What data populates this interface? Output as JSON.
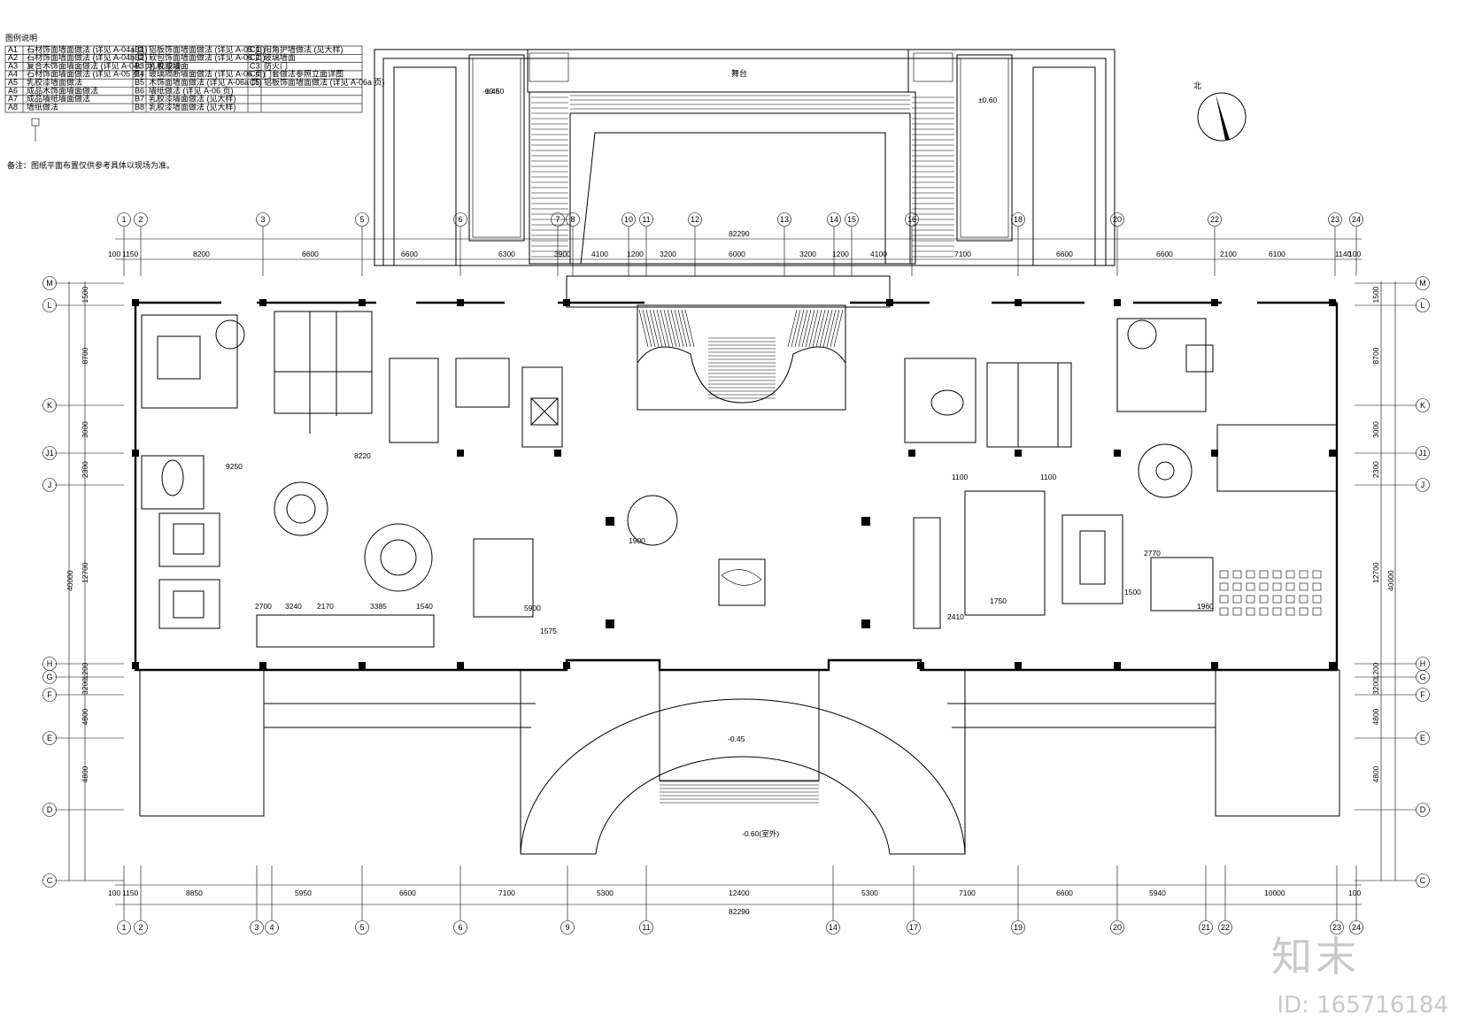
{
  "drawing": {
    "north_label": "北",
    "stage_label": "舞台",
    "note_text": "备注：图纸平面布置仅供参考具体以现场为准。",
    "legend_title": "图例说明",
    "legend_rows": [
      [
        "A1",
        "石材饰面墙面做法 (详见 A-04a 页)",
        "B1",
        "铝板饰面墙面做法 (详见 A-05 页)",
        "C1",
        "阳角护墙做法 (见大样)"
      ],
      [
        "A2",
        "石材饰面墙面做法 (详见 A-04b 页)",
        "B2",
        "软包饰面墙面做法 (详见 A-06 页)",
        "C2",
        "玻璃墙面"
      ],
      [
        "A3",
        "复合木饰面墙面做法 (详见 A-04c 页) 乳胶漆",
        "B3",
        "乳胶漆墙面",
        "C3",
        "防火门"
      ],
      [
        "A4",
        "石材饰面墙面做法 (详见 A-05 页)",
        "B4",
        "玻璃隔断墙面做法 (详见 A-06 页)",
        "C4",
        "门套做法参照立面详图"
      ],
      [
        "A5",
        "乳胶漆墙面做法",
        "B5",
        "木饰面墙面做法 (详见 A-06a 页)",
        "C5",
        "铝板饰面墙面做法 (详见 A-06a 页)"
      ],
      [
        "A6",
        "成品木饰面墙面做法",
        "B6",
        "墙纸做法 (详见 A-06 页)",
        "",
        ""
      ],
      [
        "A7",
        "成品墙纸墙面做法",
        "B7",
        "乳胶漆墙面做法 (见大样)",
        "",
        ""
      ],
      [
        "A8",
        "墙纸做法",
        "B8",
        "乳胶漆墙面做法 (见大样)",
        "",
        ""
      ]
    ],
    "top_total": "82290",
    "bottom_total": "82290",
    "top_axis_labels": [
      "1",
      "2",
      "3",
      "5",
      "6",
      "7",
      "8",
      "10",
      "11",
      "12",
      "13",
      "14",
      "15",
      "16",
      "18",
      "20",
      "22",
      "23",
      "24"
    ],
    "top_dims": [
      "100",
      "1150",
      "8200",
      "6600",
      "6600",
      "6300",
      "3900",
      "4100",
      "1200",
      "3200",
      "6000",
      "3200",
      "1200",
      "4100",
      "7100",
      "6600",
      "6600",
      "2100",
      "6100",
      "1140",
      "100"
    ],
    "bottom_axis_labels": [
      "1",
      "2",
      "3",
      "4",
      "5",
      "6",
      "9",
      "11",
      "14",
      "17",
      "19",
      "20",
      "21",
      "22",
      "23",
      "24"
    ],
    "bottom_dims": [
      "100",
      "1150",
      "8850",
      "5950",
      "6600",
      "7100",
      "5300",
      "12400",
      "5300",
      "7100",
      "6600",
      "5940",
      "10000",
      "100"
    ],
    "left_axis_labels": [
      "M",
      "L",
      "K",
      "J1",
      "J",
      "H",
      "G",
      "F",
      "E",
      "D",
      "C"
    ],
    "left_dims": [
      "1500",
      "8700",
      "3000",
      "2300",
      "12700",
      "1200",
      "3200",
      "4800",
      "4800"
    ],
    "right_total": "40000",
    "left_total": "40000",
    "elev_labels": [
      "-0.15",
      "-0.45",
      "-0.45",
      "-0.60(室外)"
    ],
    "inner_dims": [
      "9250",
      "3240",
      "2170",
      "3385",
      "1540",
      "2700",
      "8220",
      "5900",
      "1575",
      "1900",
      "2410",
      "1750",
      "1100",
      "1100",
      "1500",
      "2770",
      "1960"
    ]
  },
  "watermark": {
    "brand": "知末",
    "id_text": "ID: 165716184"
  }
}
